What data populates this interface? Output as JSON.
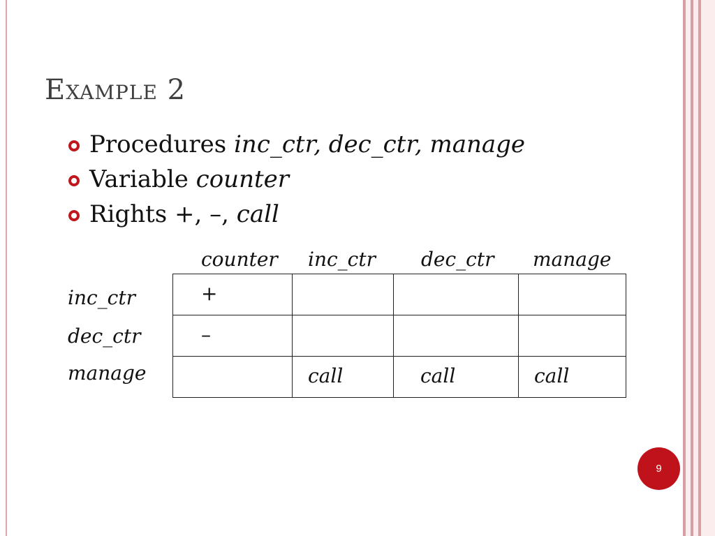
{
  "slide": {
    "title": "Example 2",
    "page_number": "9"
  },
  "bullets": [
    {
      "text": "Procedures ",
      "italic": "inc_ctr, dec_ctr, manage"
    },
    {
      "text": "Variable ",
      "italic": "counter"
    },
    {
      "text": "Rights +, –, ",
      "italic": "call"
    }
  ],
  "matrix": {
    "columns": [
      "counter",
      "inc_ctr",
      "dec_ctr",
      "manage"
    ],
    "rows": [
      {
        "label": "inc_ctr",
        "cells": [
          "+",
          "",
          "",
          ""
        ]
      },
      {
        "label": "dec_ctr",
        "cells": [
          "–",
          "",
          "",
          ""
        ]
      },
      {
        "label": "manage",
        "cells": [
          "",
          "call",
          "call",
          "call"
        ]
      }
    ]
  },
  "colors": {
    "accent": "#c0121a",
    "title": "#3f3f3f",
    "border_band": "#d4a0a5"
  }
}
